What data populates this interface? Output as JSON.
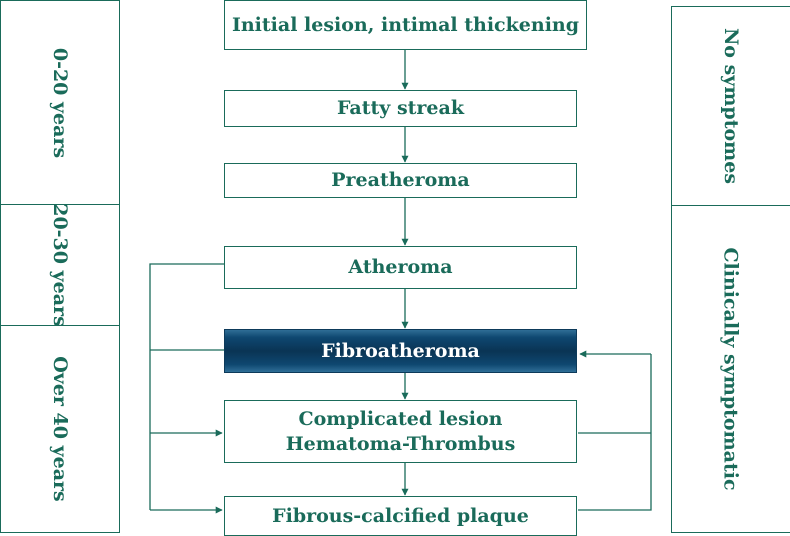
{
  "colors": {
    "line": "#1a6b5a",
    "text": "#1a6b5a",
    "highlight_fill": "#0a3454",
    "highlight_text": "#ffffff"
  },
  "age_ranges": [
    "0-20 years",
    "20-30 years",
    "Over 40 years"
  ],
  "symptom_stages": [
    "No symptomes",
    "Clinically symptomatic"
  ],
  "stages": {
    "initial_lesion": "Initial lesion, intimal thickening",
    "fatty_streak": "Fatty streak",
    "preatheroma": "Preatheroma",
    "atheroma": "Atheroma",
    "fibroatheroma": "Fibroatheroma",
    "complicated_lesion": [
      "Complicated lesion",
      "Hematoma-Thrombus"
    ],
    "fibrous_calcified_plaque": "Fibrous-calcified plaque"
  }
}
